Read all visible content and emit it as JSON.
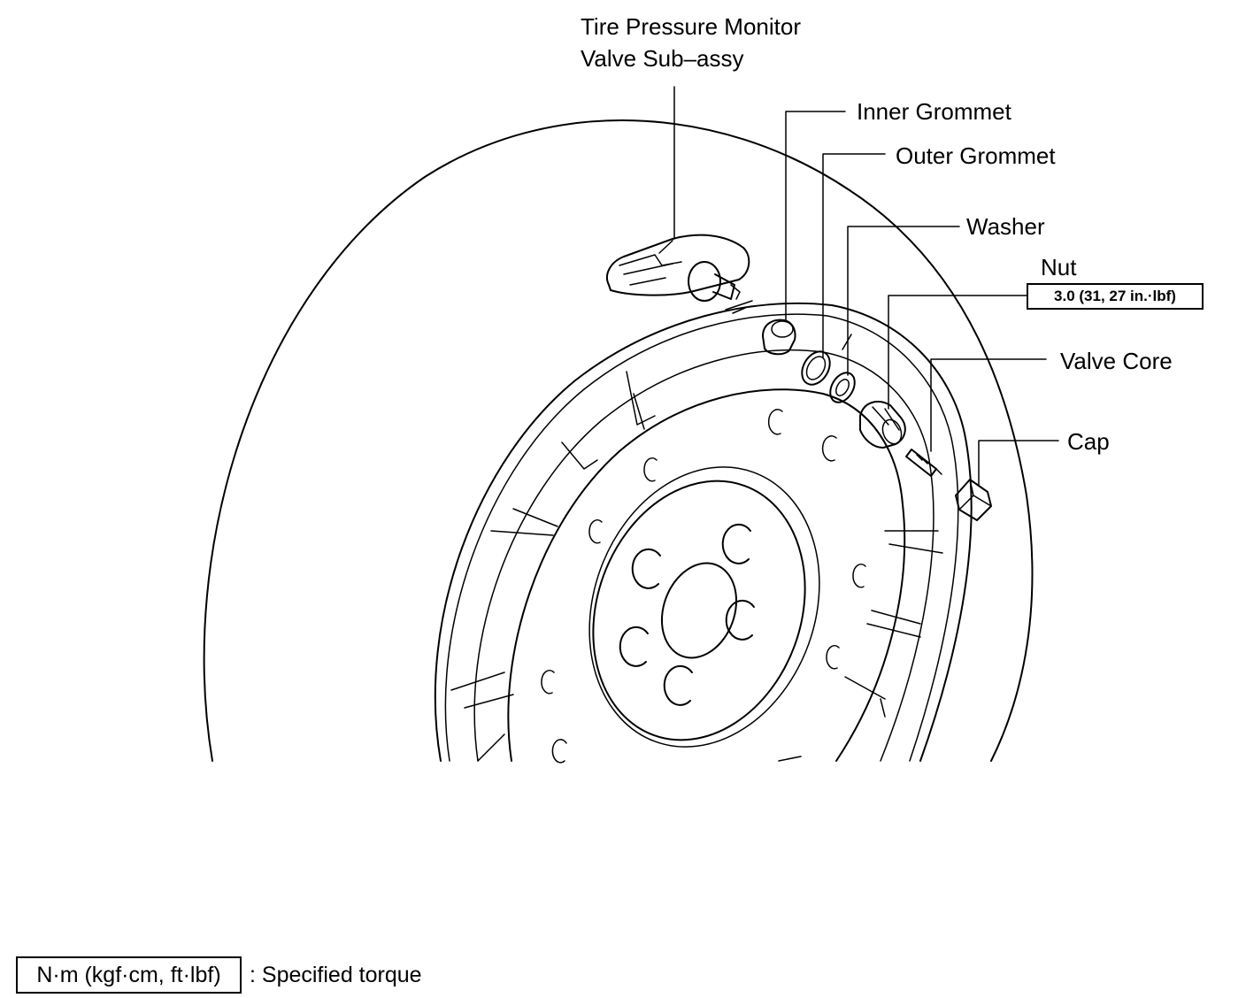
{
  "labels": {
    "tpm_valve_line1": "Tire Pressure Monitor",
    "tpm_valve_line2": "Valve Sub–assy",
    "inner_grommet": "Inner Grommet",
    "outer_grommet": "Outer Grommet",
    "washer": "Washer",
    "nut": "Nut",
    "valve_core": "Valve Core",
    "cap": "Cap"
  },
  "torque": {
    "nut_value": "3.0 (31, 27 in.·lbf)"
  },
  "legend": {
    "unit_box": "N·m (kgf·cm, ft·lbf)",
    "description": ": Specified torque"
  }
}
